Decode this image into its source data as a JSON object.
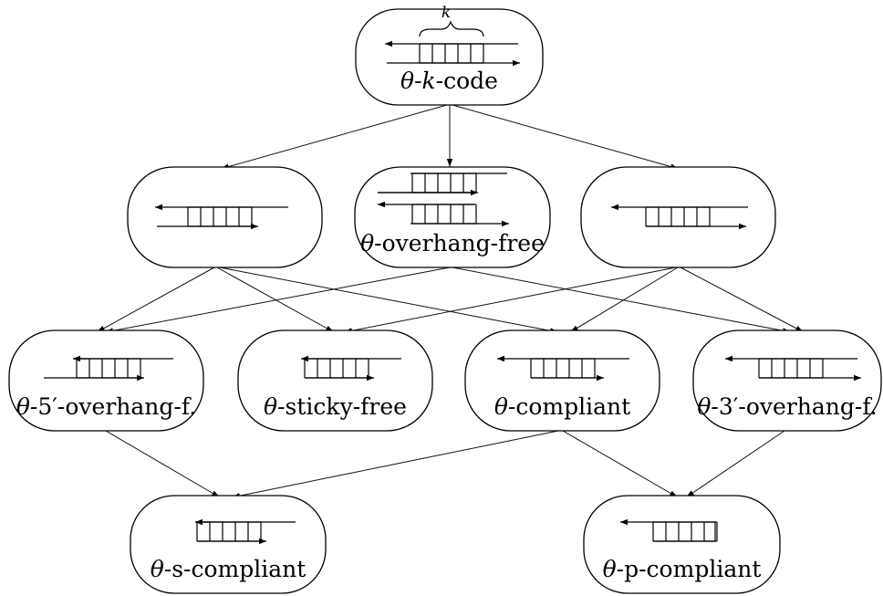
{
  "diagram": {
    "nodes": [
      {
        "id": "k-code",
        "label_prefix": "θ-",
        "label_italic": "k",
        "label_suffix": "-code"
      },
      {
        "id": "level2-left",
        "label_prefix": "",
        "label_italic": "",
        "label_suffix": ""
      },
      {
        "id": "overhang-free",
        "label_prefix": "θ-",
        "label_italic": "",
        "label_suffix": "overhang-free"
      },
      {
        "id": "level2-right",
        "label_prefix": "",
        "label_italic": "",
        "label_suffix": ""
      },
      {
        "id": "five-prime-overhang",
        "label_prefix": "θ-",
        "label_italic": "",
        "label_suffix": "5′-overhang-f."
      },
      {
        "id": "sticky-free",
        "label_prefix": "θ-",
        "label_italic": "",
        "label_suffix": "sticky-free"
      },
      {
        "id": "compliant",
        "label_prefix": "θ-",
        "label_italic": "",
        "label_suffix": "compliant"
      },
      {
        "id": "three-prime-overhang",
        "label_prefix": "θ-",
        "label_italic": "",
        "label_suffix": "3′-overhang-f."
      },
      {
        "id": "s-compliant",
        "label_prefix": "θ-",
        "label_italic": "",
        "label_suffix": "s-compliant"
      },
      {
        "id": "p-compliant",
        "label_prefix": "θ-",
        "label_italic": "",
        "label_suffix": "p-compliant"
      }
    ],
    "edges": [
      {
        "from": "k-code",
        "to": "level2-left"
      },
      {
        "from": "k-code",
        "to": "overhang-free"
      },
      {
        "from": "k-code",
        "to": "level2-right"
      },
      {
        "from": "level2-left",
        "to": "five-prime-overhang"
      },
      {
        "from": "level2-left",
        "to": "sticky-free"
      },
      {
        "from": "level2-left",
        "to": "compliant"
      },
      {
        "from": "overhang-free",
        "to": "five-prime-overhang"
      },
      {
        "from": "overhang-free",
        "to": "three-prime-overhang"
      },
      {
        "from": "level2-right",
        "to": "sticky-free"
      },
      {
        "from": "level2-right",
        "to": "compliant"
      },
      {
        "from": "level2-right",
        "to": "three-prime-overhang"
      },
      {
        "from": "five-prime-overhang",
        "to": "s-compliant"
      },
      {
        "from": "compliant",
        "to": "s-compliant"
      },
      {
        "from": "compliant",
        "to": "p-compliant"
      },
      {
        "from": "three-prime-overhang",
        "to": "p-compliant"
      }
    ],
    "k_brace_label": "k"
  }
}
